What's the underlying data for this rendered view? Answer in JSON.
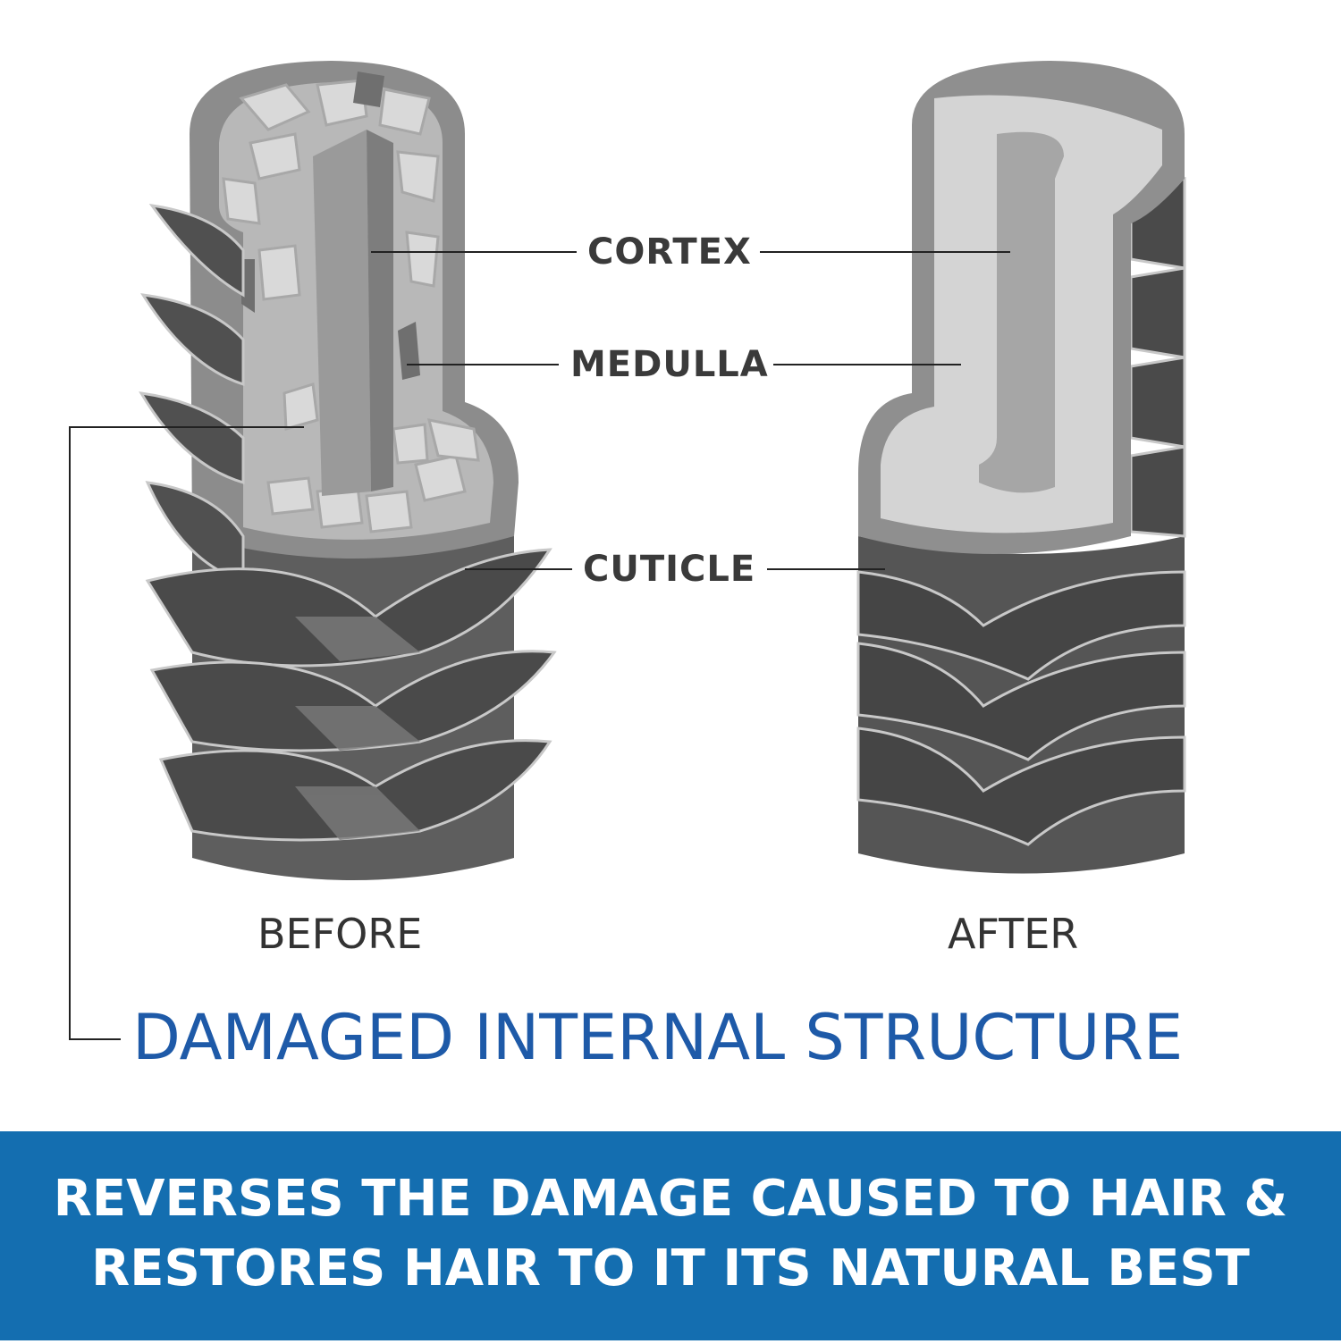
{
  "labels": {
    "cortex": "CORTEX",
    "medulla": "MEDULLA",
    "cuticle": "CUTICLE"
  },
  "captions": {
    "before": "BEFORE",
    "after": "AFTER"
  },
  "heading": "DAMAGED INTERNAL STRUCTURE",
  "banner": {
    "line1": "REVERSES THE DAMAGE CAUSED TO HAIR &",
    "line2": "RESTORES HAIR TO IT ITS NATURAL BEST"
  },
  "colors": {
    "heading": "#1e5aa8",
    "banner_bg": "#146eb0",
    "banner_text": "#ffffff"
  }
}
